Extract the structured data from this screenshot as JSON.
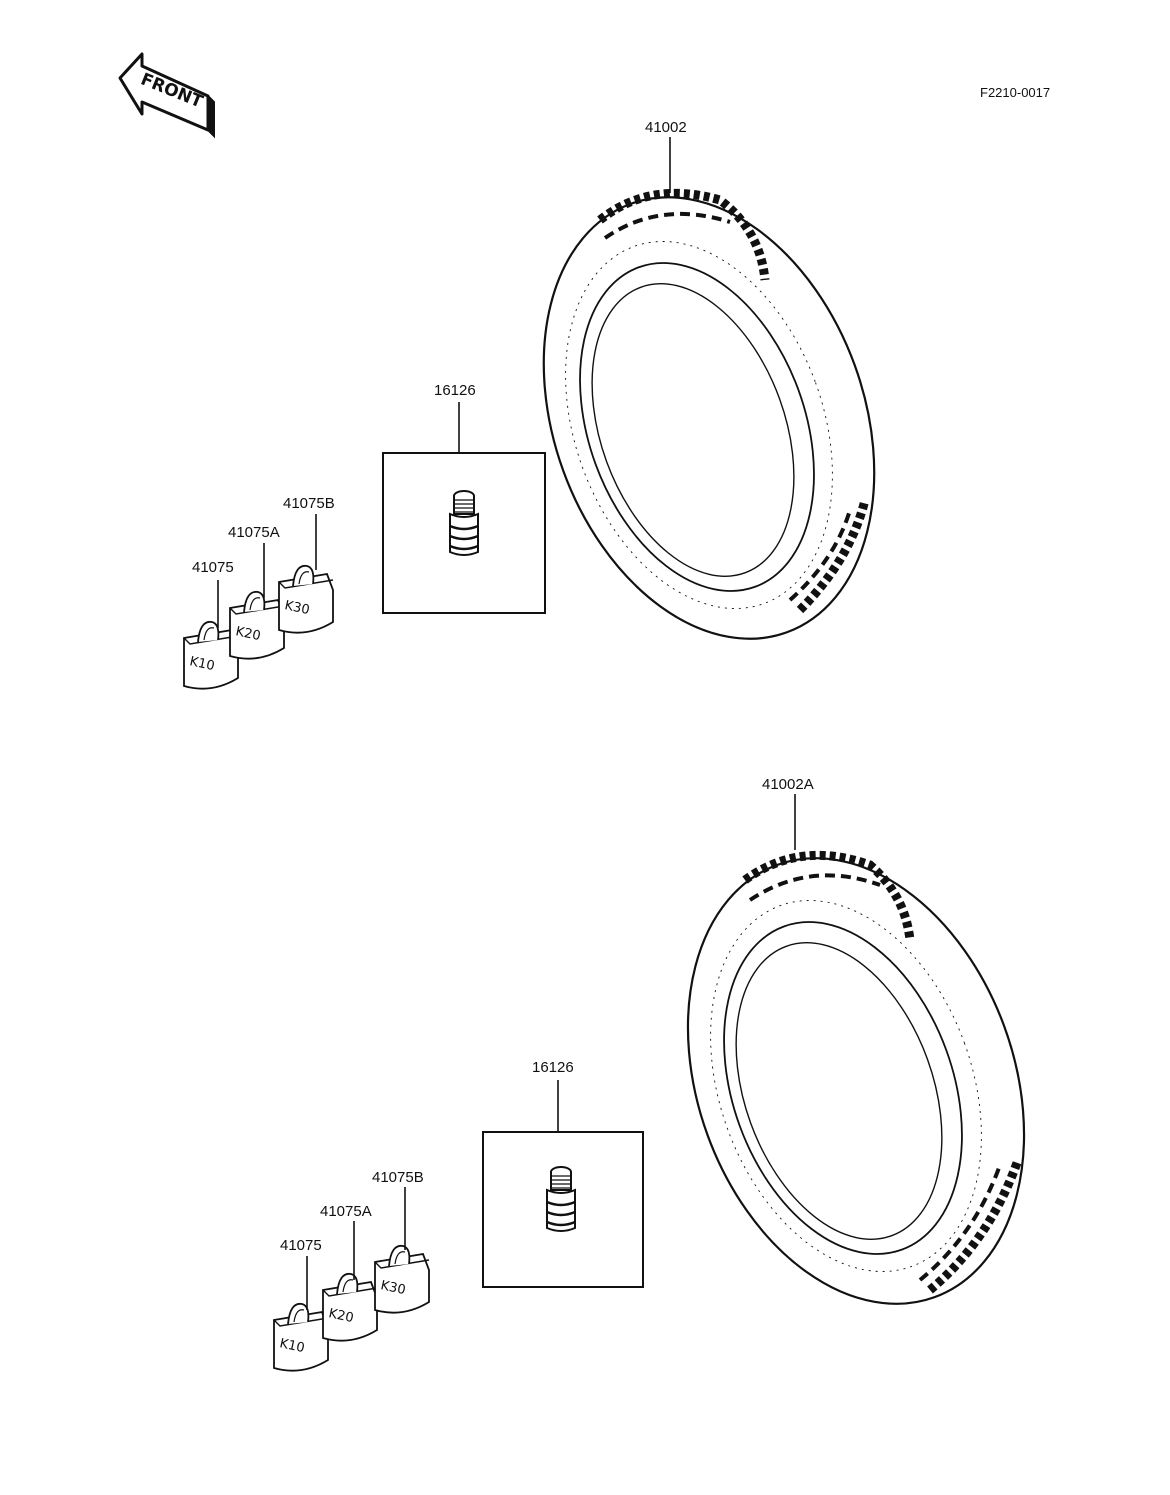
{
  "diagram": {
    "code": "F2210-0017",
    "front_label": "FRONT",
    "groups": [
      {
        "tire": "41002",
        "valve": "16126",
        "weights": [
          {
            "part": "41075",
            "mark": "K10"
          },
          {
            "part": "41075A",
            "mark": "K20"
          },
          {
            "part": "41075B",
            "mark": "K30"
          }
        ]
      },
      {
        "tire": "41002A",
        "valve": "16126",
        "weights": [
          {
            "part": "41075",
            "mark": "K10"
          },
          {
            "part": "41075A",
            "mark": "K20"
          },
          {
            "part": "41075B",
            "mark": "K30"
          }
        ]
      }
    ]
  }
}
